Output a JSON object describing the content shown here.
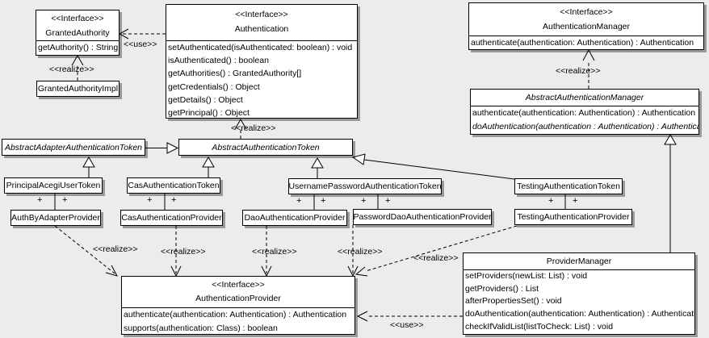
{
  "colors": {
    "background": "#ececec",
    "box_fill": "#ffffff",
    "line": "#000000"
  },
  "labels": {
    "use": "<<use>>",
    "realize": "<<realize>>",
    "plus": "+"
  },
  "classes": {
    "granted_authority": {
      "stereotype": "<<Interface>>",
      "name": "GrantedAuthority",
      "methods": [
        "getAuthority() : String"
      ]
    },
    "granted_authority_impl": {
      "name": "GrantedAuthorityImpl"
    },
    "authentication": {
      "stereotype": "<<Interface>>",
      "name": "Authentication",
      "methods": [
        "setAuthenticated(isAuthenticated: boolean) : void",
        "isAuthenticated() : boolean",
        "getAuthorities() : GrantedAuthority[]",
        "getCredentials() : Object",
        "getDetails() : Object",
        "getPrincipal() : Object"
      ]
    },
    "authentication_manager": {
      "stereotype": "<<Interface>>",
      "name": "AuthenticationManager",
      "methods": [
        "authenticate(authentication: Authentication) : Authentication"
      ]
    },
    "abstract_authentication_manager": {
      "name": "AbstractAuthenticationManager",
      "methods": [
        "authenticate(authentication: Authentication) : Authentication",
        "doAuthentication(authentication : Authentication) : Authentication"
      ]
    },
    "abstract_adapter_authentication_token": {
      "name": "AbstractAdapterAuthenticationToken"
    },
    "abstract_authentication_token": {
      "name": "AbstractAuthenticationToken"
    },
    "principal_acegi_user_token": {
      "name": "PrincipalAcegiUserToken"
    },
    "cas_authentication_token": {
      "name": "CasAuthenticationToken"
    },
    "username_password_authentication_token": {
      "name": "UsernamePasswordAuthenticationToken"
    },
    "testing_authentication_token": {
      "name": "TestingAuthenticationToken"
    },
    "auth_by_adapter_provider": {
      "name": "AuthByAdapterProvider"
    },
    "cas_authentication_provider": {
      "name": "CasAuthenticationProvider"
    },
    "dao_authentication_provider": {
      "name": "DaoAuthenticationProvider"
    },
    "password_dao_authentication_provider": {
      "name": "PasswordDaoAuthenticationProvider"
    },
    "testing_authentication_provider": {
      "name": "TestingAuthenticationProvider"
    },
    "authentication_provider": {
      "stereotype": "<<Interface>>",
      "name": "AuthenticationProvider",
      "methods": [
        "authenticate(authentication: Authentication) : Authentication",
        "supports(authentication: Class) : boolean"
      ]
    },
    "provider_manager": {
      "name": "ProviderManager",
      "methods": [
        "setProviders(newList: List) : void",
        "getProviders() : List",
        "afterPropertiesSet() : void",
        "doAuthentication(authentication: Authentication) : Authentication",
        "checkIfValidList(listToCheck: List) : void"
      ]
    }
  }
}
